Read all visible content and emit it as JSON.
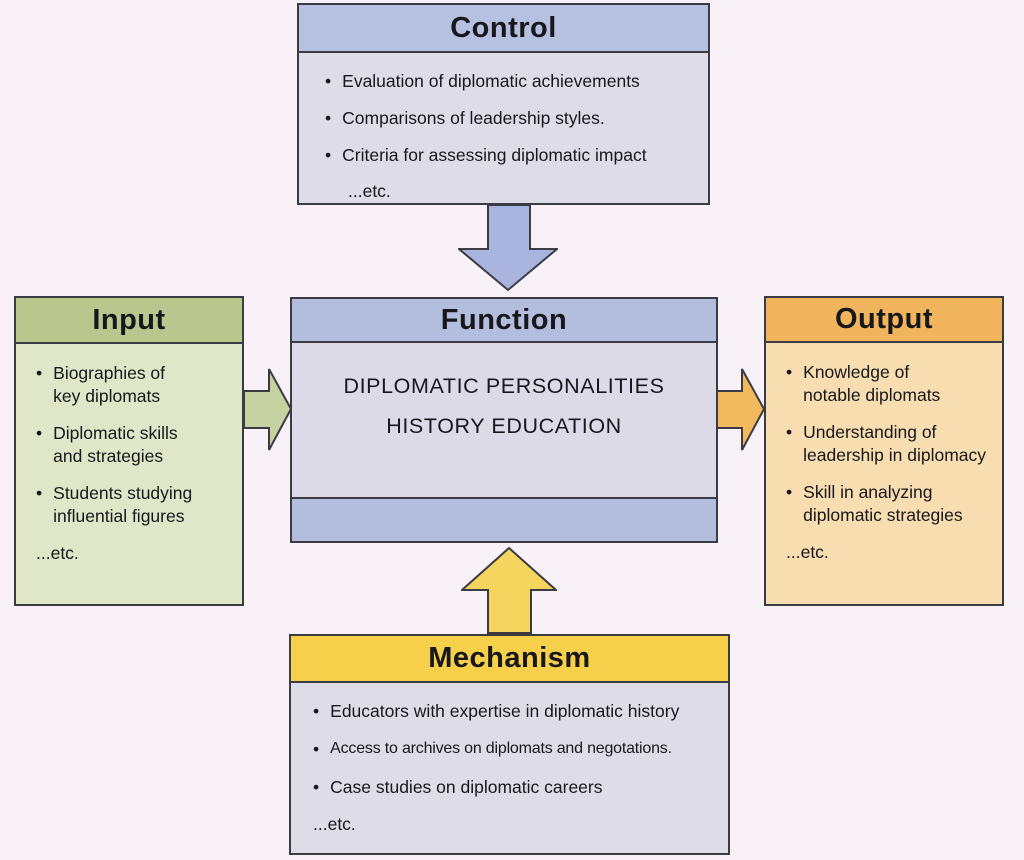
{
  "ui": {
    "bullet": "•"
  },
  "colors": {
    "background": "#f8f2f8",
    "border": "#3b3b44",
    "control_header": "#b6c0e1",
    "control_body": "#dedce7",
    "function_header": "#b3bedf",
    "function_body": "#dcdae6",
    "input_header": "#b9c78f",
    "input_body": "#e0e6c8",
    "output_header": "#f0b55c",
    "output_body": "#f8ddb1",
    "mechanism_header": "#f6d04b",
    "mechanism_body": "#dedce6",
    "arrow_blue": "#a9b5df",
    "arrow_green": "#c6d2a0",
    "arrow_orange": "#f2b95f",
    "arrow_yellow": "#f6d55f"
  },
  "control": {
    "title": "Control",
    "items": [
      "Evaluation of diplomatic achievements",
      "Comparisons of leadership styles.",
      "Criteria for assessing diplomatic impact"
    ],
    "etc": "...etc."
  },
  "input": {
    "title": "Input",
    "items": [
      "Biographies of\nkey diplomats",
      "Diplomatic skills\nand strategies",
      "Students studying\ninfluential figures"
    ],
    "etc": "...etc."
  },
  "function": {
    "title": "Function",
    "line1": "DIPLOMATIC PERSONALITIES",
    "line2": "HISTORY EDUCATION"
  },
  "output": {
    "title": "Output",
    "items": [
      "Knowledge of\nnotable diplomats",
      "Understanding of\nleadership in diplomacy",
      "Skill in analyzing\ndiplomatic strategies"
    ],
    "etc": "...etc."
  },
  "mechanism": {
    "title": "Mechanism",
    "items": [
      "Educators with expertise in diplomatic history",
      "Access to archives on diplomats and negotations.",
      "Case studies on diplomatic careers"
    ],
    "etc": "...etc."
  }
}
